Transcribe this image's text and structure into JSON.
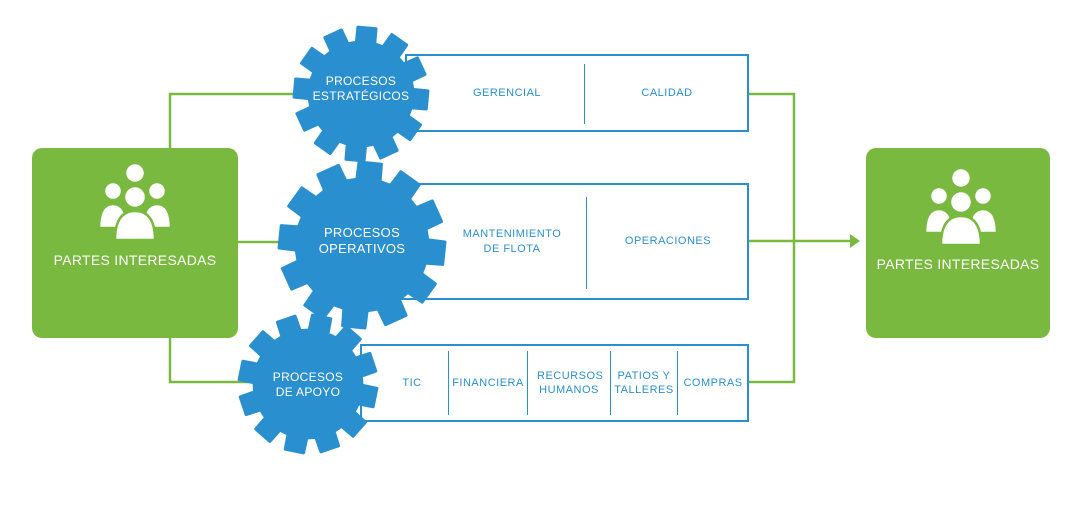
{
  "colors": {
    "green": "#7ab940",
    "blue": "#2a8fcf",
    "line": "#7ab940"
  },
  "stakeholders": {
    "left": {
      "label": "PARTES INTERESADAS",
      "icon": "people-group-icon"
    },
    "right": {
      "label": "PARTES INTERESADAS",
      "icon": "people-group-icon"
    }
  },
  "processes": {
    "strategic": {
      "gear_label": "PROCESOS ESTRATÉGICOS",
      "cells": [
        "GERENCIAL",
        "CALIDAD"
      ]
    },
    "operative": {
      "gear_label": "PROCESOS OPERATIVOS",
      "cells": [
        "MANTENIMIENTO DE FLOTA",
        "OPERACIONES"
      ]
    },
    "support": {
      "gear_label": "PROCESOS DE APOYO",
      "cells": [
        "TIC",
        "FINANCIERA",
        "RECURSOS HUMANOS",
        "PATIOS Y TALLERES",
        "COMPRAS"
      ]
    }
  }
}
